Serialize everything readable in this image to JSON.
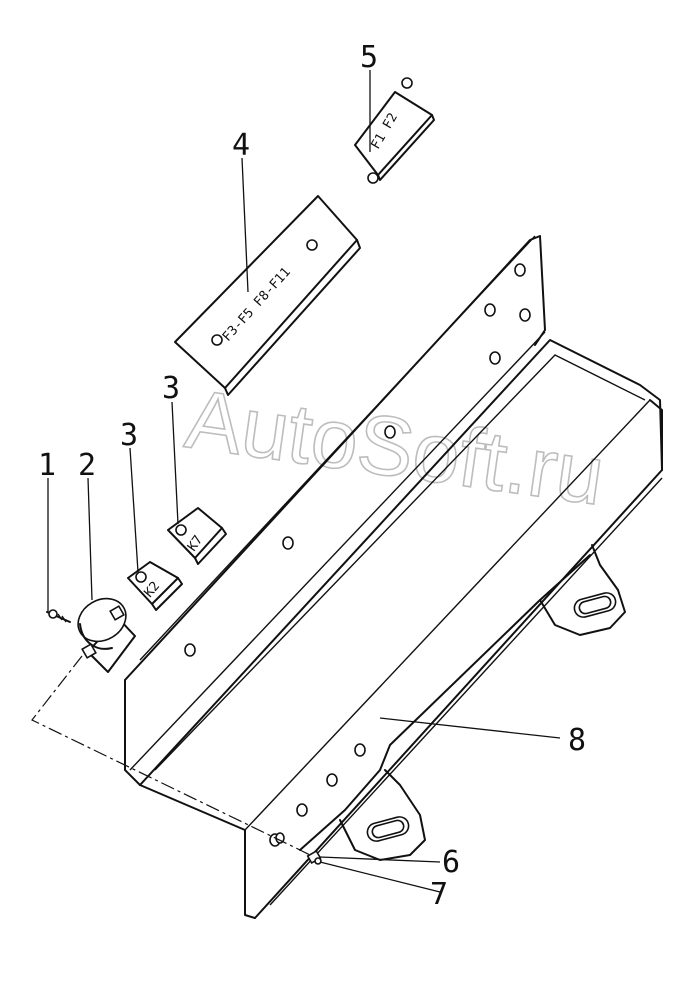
{
  "callouts": {
    "c1": "1",
    "c2": "2",
    "c3a": "3",
    "c3b": "3",
    "c4": "4",
    "c5": "5",
    "c6": "6",
    "c7": "7",
    "c8": "8"
  },
  "plate_labels": {
    "fuse_plate_large": "F3-F5  F8-F11",
    "fuse_plate_small": "F1 F2",
    "relay_k2": "K2",
    "relay_k7": "K7"
  },
  "watermark": "AutoSoft.ru"
}
